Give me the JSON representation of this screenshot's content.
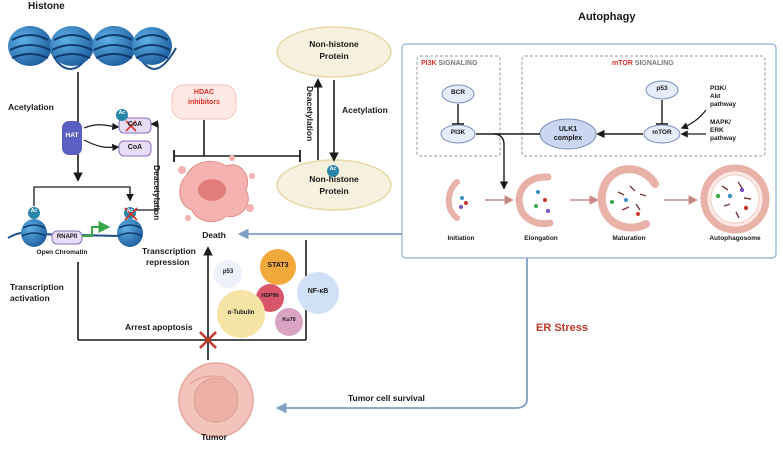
{
  "histone": {
    "title": "Histone",
    "acetylation": "Acetylation",
    "hat": "HAT",
    "coa": "CoA",
    "ac": "Ac",
    "rnapii": "RNAPII",
    "open_chromatin": "Open Chromatin",
    "deacetylation": "Deacetylation",
    "transcription_activation": [
      "Transcription",
      "activation"
    ]
  },
  "hdac_inhibitors": [
    "HDAC",
    "inhibitors"
  ],
  "non_histone": {
    "top_label": [
      "Non-histone",
      "Protein"
    ],
    "bottom_label": [
      "Non-histone",
      "Protein"
    ],
    "acetylation": "Acetylation",
    "deacetylation": "Deacetylation"
  },
  "death": "Death",
  "transcription_repression": [
    "Transcription",
    "repression"
  ],
  "proteins": [
    "p53",
    "STAT3",
    "NF-κB",
    "HSP90",
    "α-Tubulin",
    "Ku70"
  ],
  "arrest_apoptosis": "Arrest apoptosis",
  "tumor": "Tumor",
  "tumor_cell_survival": "Tumor cell survival",
  "er_stress": "ER Stress",
  "autophagy": {
    "title": "Autophagy",
    "pi3k_heading": {
      "accent": "PI3K",
      "rest": " SIGNALING"
    },
    "mtor_heading": {
      "accent": "mTOR",
      "rest": " SIGNALING"
    },
    "bcr": "BCR",
    "pi3k": "PI3K",
    "p53": "p53",
    "mtor": "mTOR",
    "ulk1": [
      "ULK1",
      "complex"
    ],
    "pi3k_akt": [
      "PI3K/",
      "Akt",
      "pathway"
    ],
    "mapk_erk": [
      "MAPK/",
      "ERK",
      "pathway"
    ],
    "stages": [
      "Initiation",
      "Elongation",
      "Maturation",
      "Autophagosome"
    ]
  },
  "colors": {
    "accent_red": "#d93025",
    "er_stress": "#c0392b",
    "nucleosome": "#2f7fc1",
    "hat": "#5a5fc2",
    "ac_badge": "#2a86a8",
    "blue_arrow": "#7f9fc4",
    "tumor_fill": "#f2c4bb",
    "death_cell": "#f1a7a7"
  }
}
